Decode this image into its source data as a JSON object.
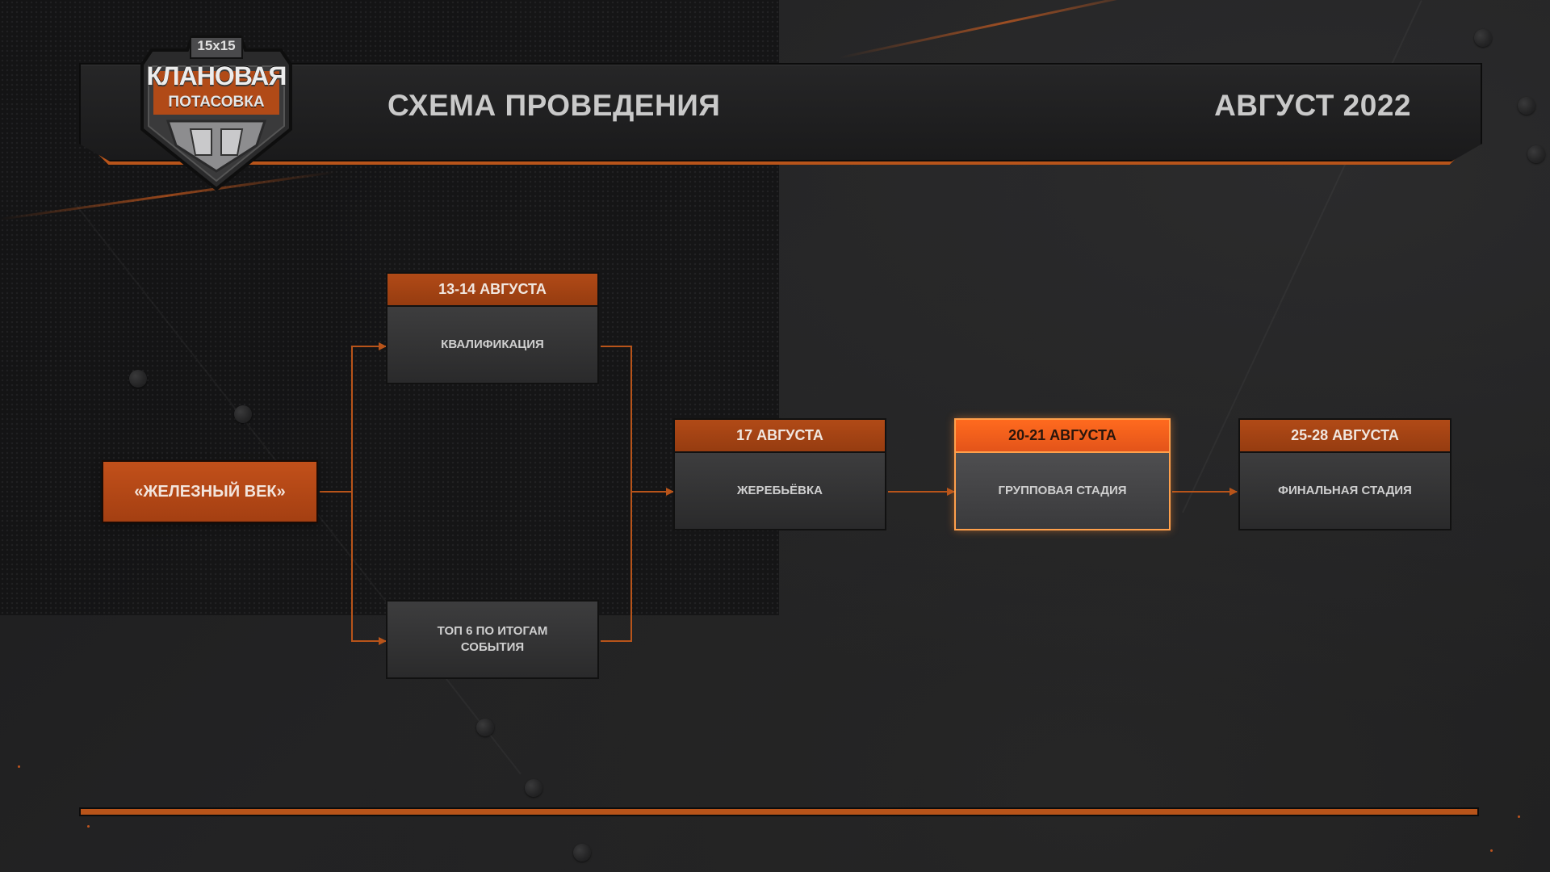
{
  "header": {
    "title": "СХЕМА ПРОВЕДЕНИЯ",
    "date": "АВГУСТ 2022"
  },
  "logo": {
    "badge": "15x15",
    "line1": "КЛАНОВАЯ",
    "line2": "ПОТАСОВКА"
  },
  "flow": {
    "start": "«ЖЕЛЕЗНЫЙ ВЕК»",
    "stages": [
      {
        "date": "13-14 АВГУСТА",
        "label": "КВАЛИФИКАЦИЯ"
      },
      {
        "date": "",
        "label": "ТОП 6 ПО ИТОГАМ\nСОБЫТИЯ"
      },
      {
        "date": "17 АВГУСТА",
        "label": "ЖЕРЕБЬЁВКА"
      },
      {
        "date": "20-21 АВГУСТА",
        "label": "ГРУППОВАЯ СТАДИЯ"
      },
      {
        "date": "25-28 АВГУСТА",
        "label": "ФИНАЛЬНАЯ СТАДИЯ"
      }
    ],
    "active_stage": "ГРУППОВАЯ СТАДИЯ"
  },
  "colors": {
    "accent": "#b8541a",
    "accent_active": "#ff6a1e",
    "stage_body": "#333334",
    "background": "#1e1e1f"
  }
}
